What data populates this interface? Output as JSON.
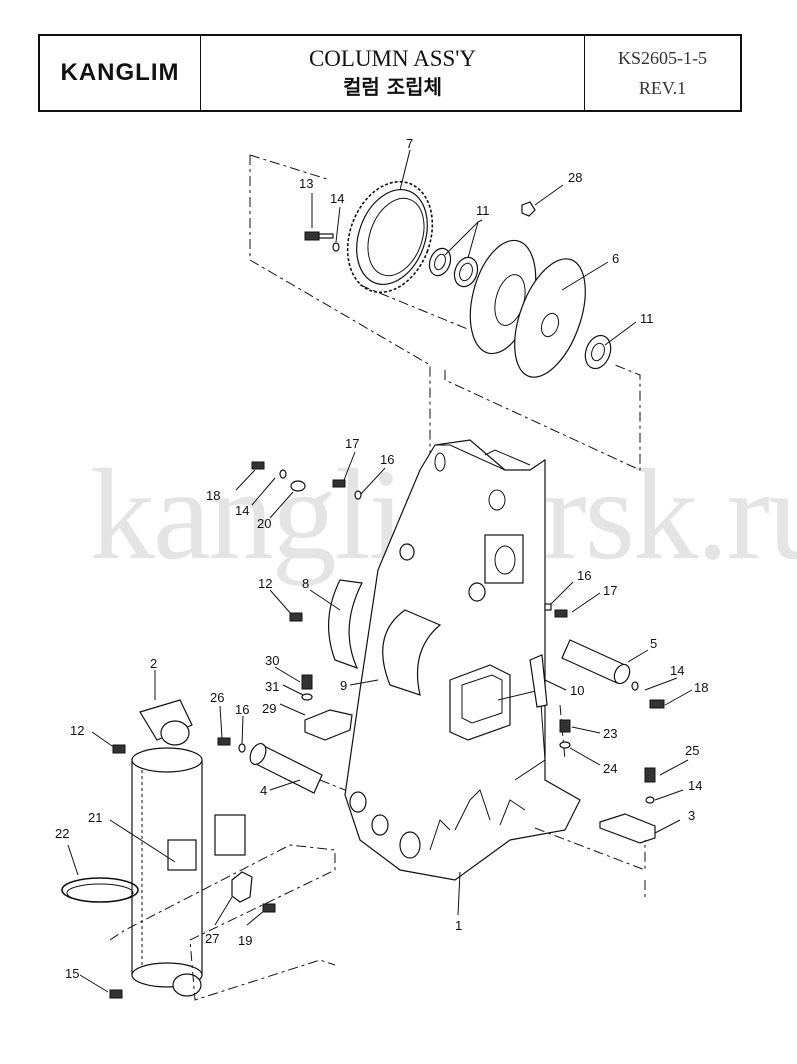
{
  "header": {
    "logo": "KANGLIM",
    "title_en": "COLUMN ASS'Y",
    "title_ko": "컬럼 조립체",
    "doc_code": "KS2605-1-5",
    "revision": "REV.1"
  },
  "watermark": "kanglim-rsk.ru",
  "callouts": [
    "1",
    "2",
    "3",
    "4",
    "5",
    "6",
    "7",
    "8",
    "9",
    "10",
    "11",
    "11",
    "12",
    "12",
    "13",
    "14",
    "14",
    "14",
    "14",
    "15",
    "16",
    "16",
    "16",
    "17",
    "17",
    "18",
    "18",
    "19",
    "20",
    "21",
    "22",
    "23",
    "24",
    "25",
    "26",
    "27",
    "28",
    "29",
    "30",
    "31"
  ]
}
